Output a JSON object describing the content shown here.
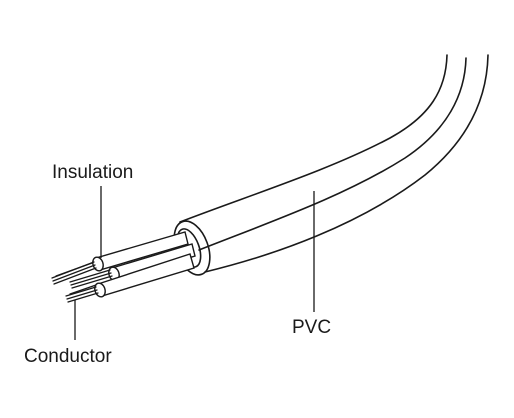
{
  "diagram": {
    "labels": {
      "insulation": "Insulation",
      "conductor": "Conductor",
      "pvc": "PVC"
    },
    "colors": {
      "stroke": "#1a1a1a",
      "fill": "#ffffff",
      "text": "#1a1a1a"
    }
  }
}
